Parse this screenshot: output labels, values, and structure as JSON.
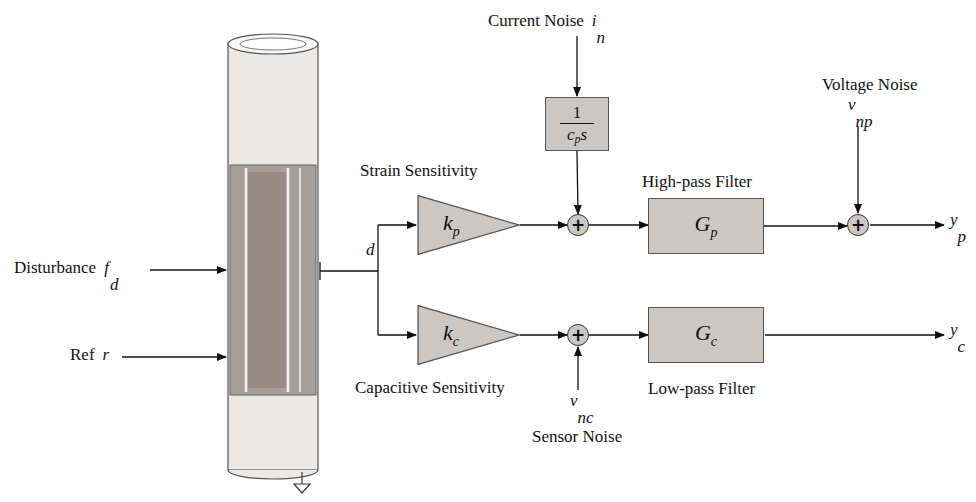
{
  "diagram": {
    "nodes": [
      {
        "text": [
          "1",
          "c",
          "p",
          "s"
        ]
      },
      {
        "text": [
          "k",
          "p"
        ]
      },
      {
        "text": [
          "+"
        ]
      },
      {
        "text": [
          "G",
          "p"
        ]
      },
      {
        "text": [
          "+"
        ]
      },
      {
        "text": [
          "k",
          "c"
        ]
      },
      {
        "text": [
          "+"
        ]
      },
      {
        "text": [
          "G",
          "c"
        ]
      }
    ],
    "edges": [
      {
        "from": 0,
        "to": 2,
        "arrow": "to"
      },
      {
        "from": 1,
        "to": 2,
        "arrow": "to"
      },
      {
        "from": 2,
        "to": 3,
        "arrow": "to"
      },
      {
        "from": 3,
        "to": 4,
        "arrow": "to"
      },
      {
        "from": 5,
        "to": 6,
        "arrow": "to"
      },
      {
        "from": 6,
        "to": 7,
        "arrow": "to"
      }
    ],
    "labels": [
      "Current Noise",
      "i",
      "n",
      "Voltage Noise",
      "v",
      "np",
      "Strain Sensitivity",
      "High-pass Filter",
      "Disturbance",
      "f",
      "d",
      "Ref",
      "r",
      "d",
      "Capacitive Sensitivity",
      "v",
      "nc",
      "Sensor Noise",
      "Low-pass Filter",
      "y",
      "p",
      "y",
      "c"
    ]
  }
}
